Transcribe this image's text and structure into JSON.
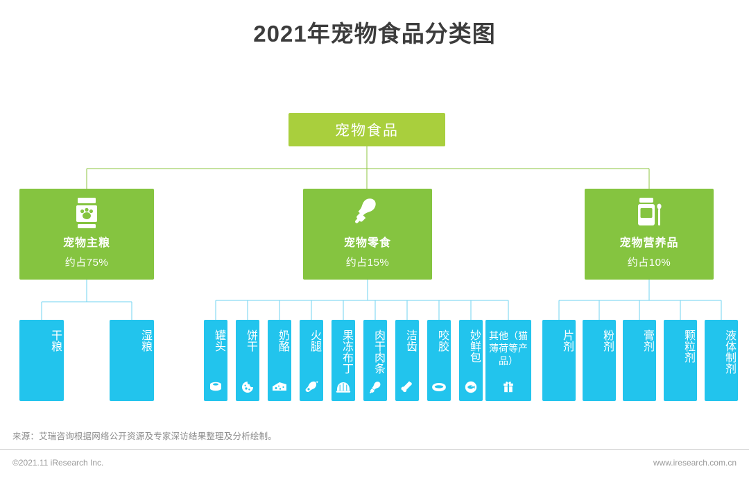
{
  "chart_data": {
    "type": "diagram",
    "title": "2021年宠物食品分类图",
    "root": "宠物食品",
    "categories": [
      {
        "label": "宠物主粮",
        "share": "约占75%",
        "share_value": 75,
        "icon": "pet-food-bag-icon",
        "children": [
          "干粮",
          "湿粮"
        ]
      },
      {
        "label": "宠物零食",
        "share": "约占15%",
        "share_value": 15,
        "icon": "drumstick-icon",
        "children": [
          "罐头",
          "饼干",
          "奶酪",
          "火腿",
          "果冻布丁",
          "肉干肉条",
          "洁齿",
          "咬胶",
          "妙鲜包",
          "其他（猫薄荷等产品）"
        ]
      },
      {
        "label": "宠物营养品",
        "share": "约占10%",
        "share_value": 10,
        "icon": "supplement-jar-icon",
        "children": [
          "片剂",
          "粉剂",
          "膏剂",
          "颗粒剂",
          "液体制剂"
        ]
      }
    ],
    "colors": {
      "root": "#a9cf3d",
      "category": "#85c440",
      "leaf": "#22c4ed",
      "wire_green": "#8cc63f",
      "wire_blue": "#6fd3f2"
    }
  },
  "header": {
    "title": "2021年宠物食品分类图"
  },
  "root": {
    "label": "宠物食品"
  },
  "main": [
    {
      "label": "宠物主粮",
      "share": "约占75%",
      "icon": "pet-food-bag-icon"
    },
    {
      "label": "宠物零食",
      "share": "约占15%",
      "icon": "drumstick-icon"
    },
    {
      "label": "宠物营养品",
      "share": "约占10%",
      "icon": "supplement-jar-icon"
    }
  ],
  "leaves": {
    "staple": [
      {
        "label": "干粮",
        "icon": "none"
      },
      {
        "label": "湿粮",
        "icon": "none"
      }
    ],
    "snacks": [
      {
        "label": "罐头",
        "icon": "can-icon"
      },
      {
        "label": "饼干",
        "icon": "cookie-icon"
      },
      {
        "label": "奶酪",
        "icon": "cheese-icon"
      },
      {
        "label": "火腿",
        "icon": "ham-icon"
      },
      {
        "label": "果冻布丁",
        "icon": "pudding-icon"
      },
      {
        "label": "肉干肉条",
        "icon": "drumstick-small-icon"
      },
      {
        "label": "洁齿",
        "icon": "bone-icon"
      },
      {
        "label": "咬胶",
        "icon": "steak-icon"
      },
      {
        "label": "妙鲜包",
        "icon": "fish-circle-icon"
      },
      {
        "label": "其他（猫薄荷等产品）",
        "icon": "gift-icon"
      }
    ],
    "nutrition": [
      {
        "label": "片剂",
        "icon": "none"
      },
      {
        "label": "粉剂",
        "icon": "none"
      },
      {
        "label": "膏剂",
        "icon": "none"
      },
      {
        "label": "颗粒剂",
        "icon": "none"
      },
      {
        "label": "液体制剂",
        "icon": "none"
      }
    ]
  },
  "footer": {
    "source": "来源：艾瑞咨询根据网络公开资源及专家深访结果整理及分析绘制。",
    "copyright": "©2021.11 iResearch Inc.",
    "site": "www.iresearch.com.cn"
  }
}
